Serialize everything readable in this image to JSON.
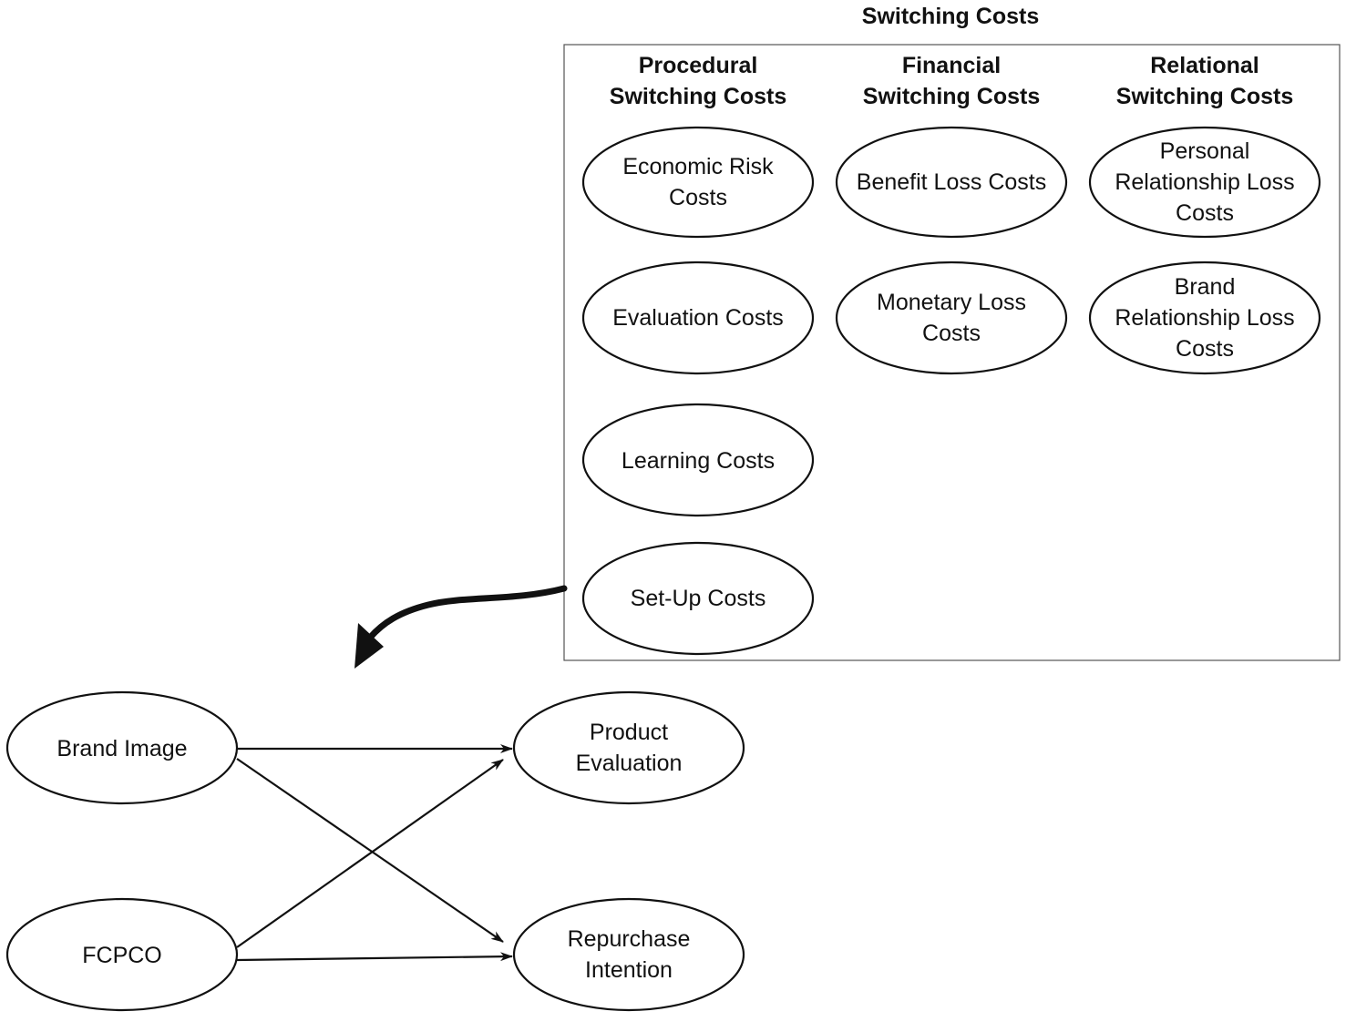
{
  "switching_costs": {
    "title": "Switching Costs",
    "groups": [
      {
        "header": [
          "Procedural",
          "Switching Costs"
        ],
        "items": [
          [
            "Economic Risk",
            "Costs"
          ],
          [
            "Evaluation Costs"
          ],
          [
            "Learning Costs"
          ],
          [
            "Set-Up Costs"
          ]
        ]
      },
      {
        "header": [
          "Financial",
          "Switching Costs"
        ],
        "items": [
          [
            "Benefit Loss Costs"
          ],
          [
            "Monetary Loss",
            "Costs"
          ]
        ]
      },
      {
        "header": [
          "Relational",
          "Switching Costs"
        ],
        "items": [
          [
            "Personal",
            "Relationship Loss",
            "Costs"
          ],
          [
            "Brand",
            "Relationship Loss",
            "Costs"
          ]
        ]
      }
    ]
  },
  "model": {
    "brand_image": [
      "Brand Image"
    ],
    "fcpco": [
      "FCPCO"
    ],
    "product_evaluation": [
      "Product",
      "Evaluation"
    ],
    "repurchase_intention": [
      "Repurchase",
      "Intention"
    ]
  }
}
